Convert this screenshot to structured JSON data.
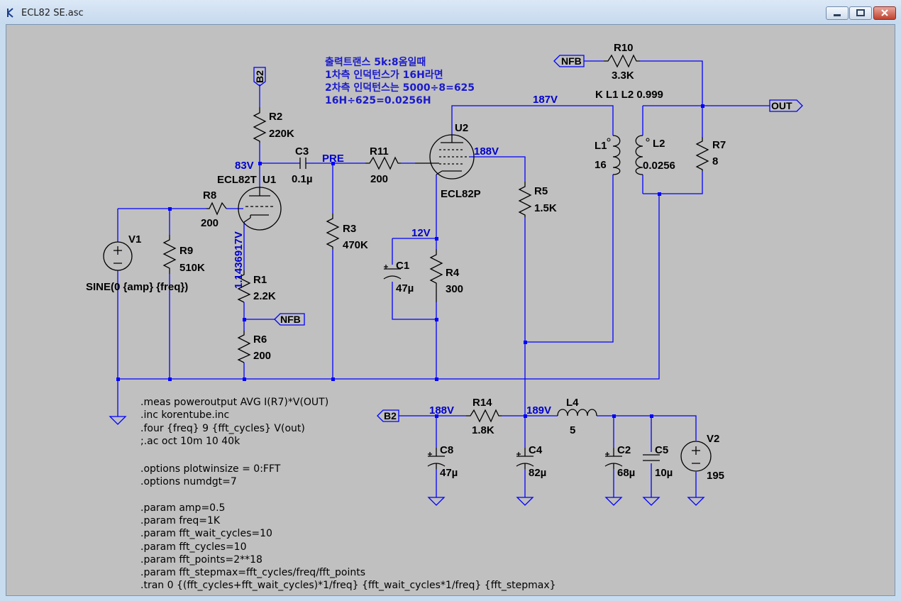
{
  "window": {
    "title": "ECL82 SE.asc"
  },
  "colors": {
    "wire": "#0000ff",
    "component": "#000000",
    "net_label": "#0000cc",
    "background": "#c0c0c0"
  },
  "components": {
    "R1": {
      "name": "R1",
      "value": "2.2K"
    },
    "R2": {
      "name": "R2",
      "value": "220K"
    },
    "R3": {
      "name": "R3",
      "value": "470K"
    },
    "R4": {
      "name": "R4",
      "value": "300"
    },
    "R5": {
      "name": "R5",
      "value": "1.5K"
    },
    "R6": {
      "name": "R6",
      "value": "200"
    },
    "R7": {
      "name": "R7",
      "value": "8"
    },
    "R8": {
      "name": "R8",
      "value": "200"
    },
    "R9": {
      "name": "R9",
      "value": "510K"
    },
    "R10": {
      "name": "R10",
      "value": "3.3K"
    },
    "R11": {
      "name": "R11",
      "value": "200"
    },
    "R14": {
      "name": "R14",
      "value": "1.8K"
    },
    "C1": {
      "name": "C1",
      "value": "47µ"
    },
    "C2": {
      "name": "C2",
      "value": "68µ"
    },
    "C3": {
      "name": "C3",
      "value": "0.1µ"
    },
    "C4": {
      "name": "C4",
      "value": "82µ"
    },
    "C5": {
      "name": "C5",
      "value": "10µ"
    },
    "C8": {
      "name": "C8",
      "value": "47µ"
    },
    "L1": {
      "name": "L1",
      "value": "16"
    },
    "L2": {
      "name": "L2",
      "value": "0.0256"
    },
    "L4": {
      "name": "L4",
      "value": "5"
    },
    "U1": {
      "name": "U1",
      "value": "ECL82T"
    },
    "U2": {
      "name": "U2",
      "value": "ECL82P"
    },
    "V1": {
      "name": "V1",
      "value": "SINE(0 {amp} {freq})"
    },
    "V2": {
      "name": "V2",
      "value": "195"
    }
  },
  "net_labels": {
    "n83V": "83V",
    "pre": "PRE",
    "n187V": "187V",
    "n188V_plate": "188V",
    "n12V": "12V",
    "grid_voltage": "1.1436917V",
    "n188V": "188V",
    "n189V": "189V"
  },
  "flags": {
    "b2_top": "B2",
    "b2_bottom": "B2",
    "nfb_top": "NFB",
    "nfb_mid": "NFB",
    "out": "OUT"
  },
  "coupling": "K L1 L2 0.999",
  "comment_lines": [
    "출력트랜스 5k:8옴일때",
    "1차측 인덕턴스가 16H라면",
    "2차측 인덕턴스는 5000÷8=625",
    "16H÷625=0.0256H"
  ],
  "spice_lines": [
    ".meas poweroutput AVG I(R7)*V(OUT)",
    ".inc korentube.inc",
    ".four {freq} 9 {fft_cycles} V(out)",
    ";.ac oct 10m 10 40k",
    "",
    ".options plotwinsize = 0:FFT",
    ".options numdgt=7",
    "",
    ".param amp=0.5",
    ".param freq=1K",
    ".param fft_wait_cycles=10",
    ".param fft_cycles=10",
    ".param fft_points=2**18",
    ".param fft_stepmax=fft_cycles/freq/fft_points",
    ".tran 0 {(fft_cycles+fft_wait_cycles)*1/freq} {fft_wait_cycles*1/freq} {fft_stepmax}"
  ]
}
